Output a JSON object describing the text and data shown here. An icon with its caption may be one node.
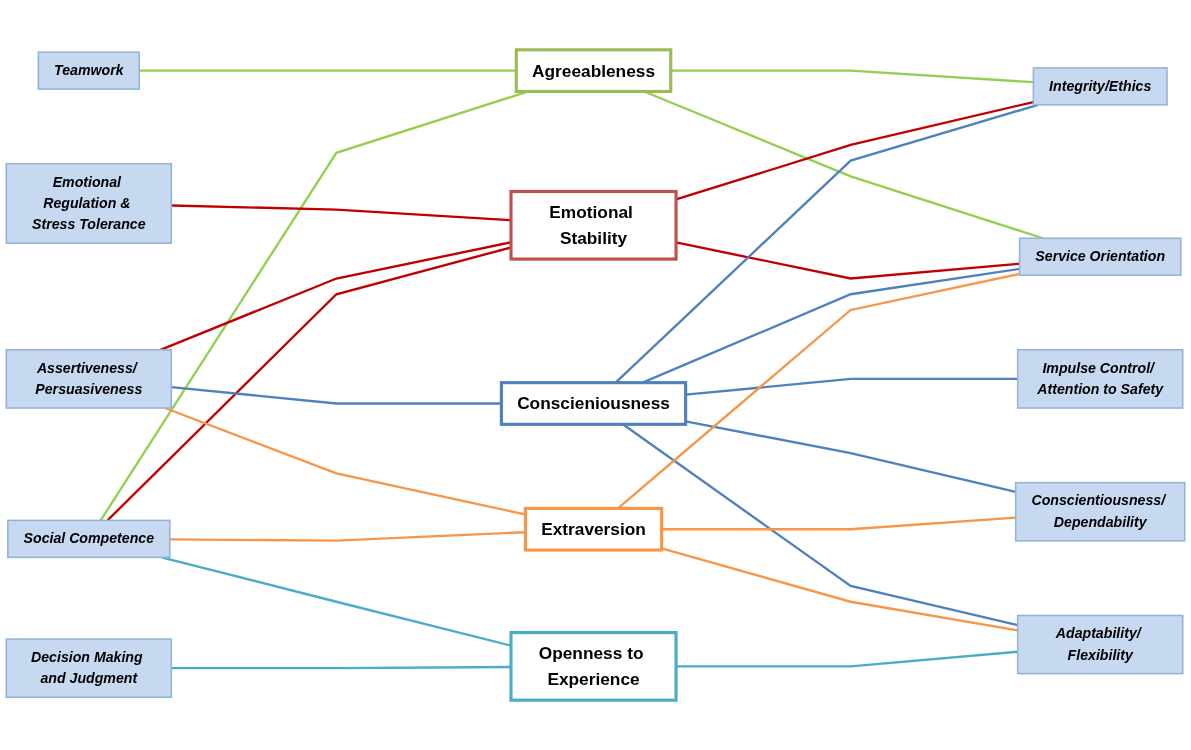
{
  "diagram": {
    "nodes": [
      {
        "text": [
          "Teamwork"
        ]
      },
      {
        "text": [
          "Emotional Regulation & Stress Tolerance"
        ]
      },
      {
        "text": [
          "Assertiveness/ Persuasiveness"
        ]
      },
      {
        "text": [
          "Social Competence"
        ]
      },
      {
        "text": [
          "Decision Making and Judgment"
        ]
      },
      {
        "text": [
          "Agreeableness"
        ]
      },
      {
        "text": [
          "Emotional Stability"
        ]
      },
      {
        "text": [
          "Conscieniousness"
        ]
      },
      {
        "text": [
          "Extraversion"
        ]
      },
      {
        "text": [
          "Openness to Experience"
        ]
      },
      {
        "text": [
          "Integrity/Ethics"
        ]
      },
      {
        "text": [
          "Service Orientation"
        ]
      },
      {
        "text": [
          "Impulse Control/ Attention to Safety"
        ]
      },
      {
        "text": [
          "Conscientiousness/ Dependability"
        ]
      },
      {
        "text": [
          "Adaptability/ Flexibility"
        ]
      }
    ],
    "edges": [
      {
        "from": 0,
        "to": 5,
        "arrow": "none",
        "color": "#92d050"
      },
      {
        "from": 3,
        "to": 5,
        "arrow": "none",
        "color": "#92d050"
      },
      {
        "from": 5,
        "to": 10,
        "arrow": "none",
        "color": "#92d050"
      },
      {
        "from": 5,
        "to": 11,
        "arrow": "none",
        "color": "#92d050"
      },
      {
        "from": 1,
        "to": 6,
        "arrow": "none",
        "color": "#c00000"
      },
      {
        "from": 2,
        "to": 6,
        "arrow": "none",
        "color": "#c00000"
      },
      {
        "from": 3,
        "to": 6,
        "arrow": "none",
        "color": "#c00000"
      },
      {
        "from": 6,
        "to": 10,
        "arrow": "none",
        "color": "#c00000"
      },
      {
        "from": 6,
        "to": 11,
        "arrow": "none",
        "color": "#c00000"
      },
      {
        "from": 2,
        "to": 7,
        "arrow": "none",
        "color": "#4f81bd"
      },
      {
        "from": 7,
        "to": 10,
        "arrow": "none",
        "color": "#4f81bd"
      },
      {
        "from": 7,
        "to": 11,
        "arrow": "none",
        "color": "#4f81bd"
      },
      {
        "from": 7,
        "to": 12,
        "arrow": "none",
        "color": "#4f81bd"
      },
      {
        "from": 7,
        "to": 13,
        "arrow": "none",
        "color": "#4f81bd"
      },
      {
        "from": 7,
        "to": 14,
        "arrow": "none",
        "color": "#4f81bd"
      },
      {
        "from": 2,
        "to": 8,
        "arrow": "none",
        "color": "#f79646"
      },
      {
        "from": 3,
        "to": 8,
        "arrow": "none",
        "color": "#f79646"
      },
      {
        "from": 8,
        "to": 11,
        "arrow": "none",
        "color": "#f79646"
      },
      {
        "from": 8,
        "to": 13,
        "arrow": "none",
        "color": "#f79646"
      },
      {
        "from": 8,
        "to": 14,
        "arrow": "none",
        "color": "#f79646"
      },
      {
        "from": 3,
        "to": 9,
        "arrow": "none",
        "color": "#4bacc6"
      },
      {
        "from": 4,
        "to": 9,
        "arrow": "none",
        "color": "#4bacc6"
      },
      {
        "from": 9,
        "to": 14,
        "arrow": "none",
        "color": "#4bacc6"
      }
    ]
  }
}
